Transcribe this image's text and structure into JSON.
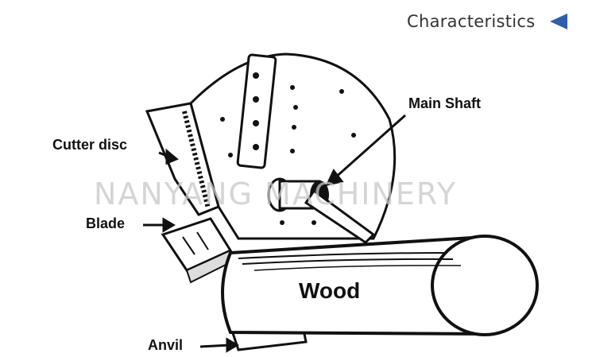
{
  "header": {
    "title": "Characteristics",
    "icon": "left-triangle-icon",
    "icon_color": "#2f5fa8"
  },
  "labels": {
    "main_shaft": "Main Shaft",
    "cutter_disc": "Cutter disc",
    "blade": "Blade",
    "wood": "Wood",
    "anvil": "Anvil"
  },
  "watermark": "NANYANG MACHINERY"
}
